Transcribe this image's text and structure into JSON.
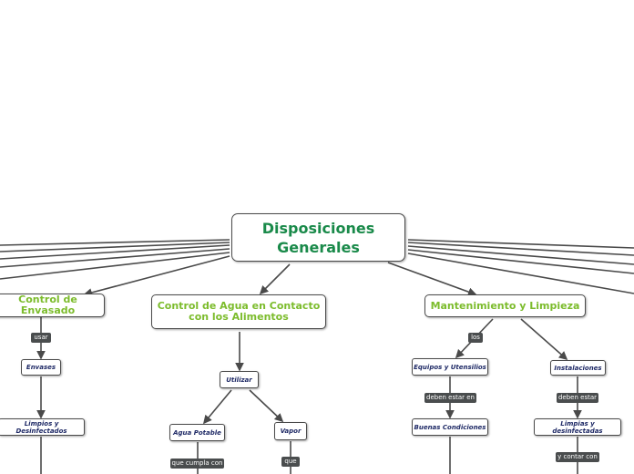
{
  "root": {
    "line1": "Disposiciones",
    "line2": "Generales"
  },
  "branches": {
    "envasado": "Control de Envasado",
    "agua_line1": "Control de Agua en Contacto",
    "agua_line2": "con los Alimentos",
    "mantenimiento": "Mantenimiento y Limpieza"
  },
  "nodes": {
    "envases": "Envases",
    "limpios_desinfectados": "Limpios y Desinfectados",
    "utilizar": "Utilizar",
    "agua_potable": "Agua Potable",
    "vapor": "Vapor",
    "equipos_utensilios": "Equipos y Utensilios",
    "instalaciones": "Instalaciones",
    "buenas_condiciones": "Buenas Condiciones",
    "limpias_desinfectadas": "Limpias y desinfectadas"
  },
  "labels": {
    "usar": "usar",
    "que_cumpla_con": "que cumpla con",
    "que": "que",
    "los": "los",
    "deben_estar_en": "deben estar en",
    "deben_estar": "deben estar",
    "y_contar_con": "y contar con"
  },
  "colors": {
    "root_text": "#1a8a4a",
    "branch_text": "#7cbc2c",
    "node_text": "#1f2a66",
    "label_bg": "#4a4d4e",
    "line": "#4a4a4a"
  }
}
